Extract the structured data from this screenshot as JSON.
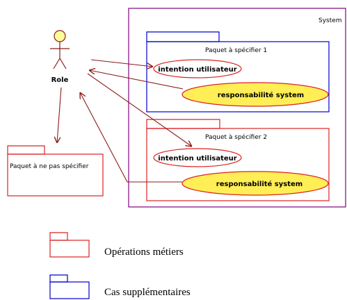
{
  "system": {
    "label": "System"
  },
  "actor": {
    "label": "Role"
  },
  "packages": [
    {
      "label": "Paquet à spécifier 1",
      "color": "#0000cc",
      "use_case_1": "intention utilisateur",
      "use_case_2": "responsabilité system"
    },
    {
      "label": "Paquet à spécifier 2",
      "color": "#dd2222",
      "use_case_1": "intention utilisateur",
      "use_case_2": "responsabilité system"
    }
  ],
  "other_package": {
    "label": "Paquet à ne pas spécifier",
    "color": "#dd2222"
  },
  "legend": [
    {
      "label": "Opérations métiers",
      "color": "#dd2222"
    },
    {
      "label": "Cas supplémentaires",
      "color": "#0000cc"
    }
  ],
  "colors": {
    "system_border": "#800080",
    "arrow": "#8b1a1a",
    "use_case_border": "#dd2222",
    "responsibility_fill": "#ffee55",
    "actor_head_fill": "#ffff99"
  }
}
